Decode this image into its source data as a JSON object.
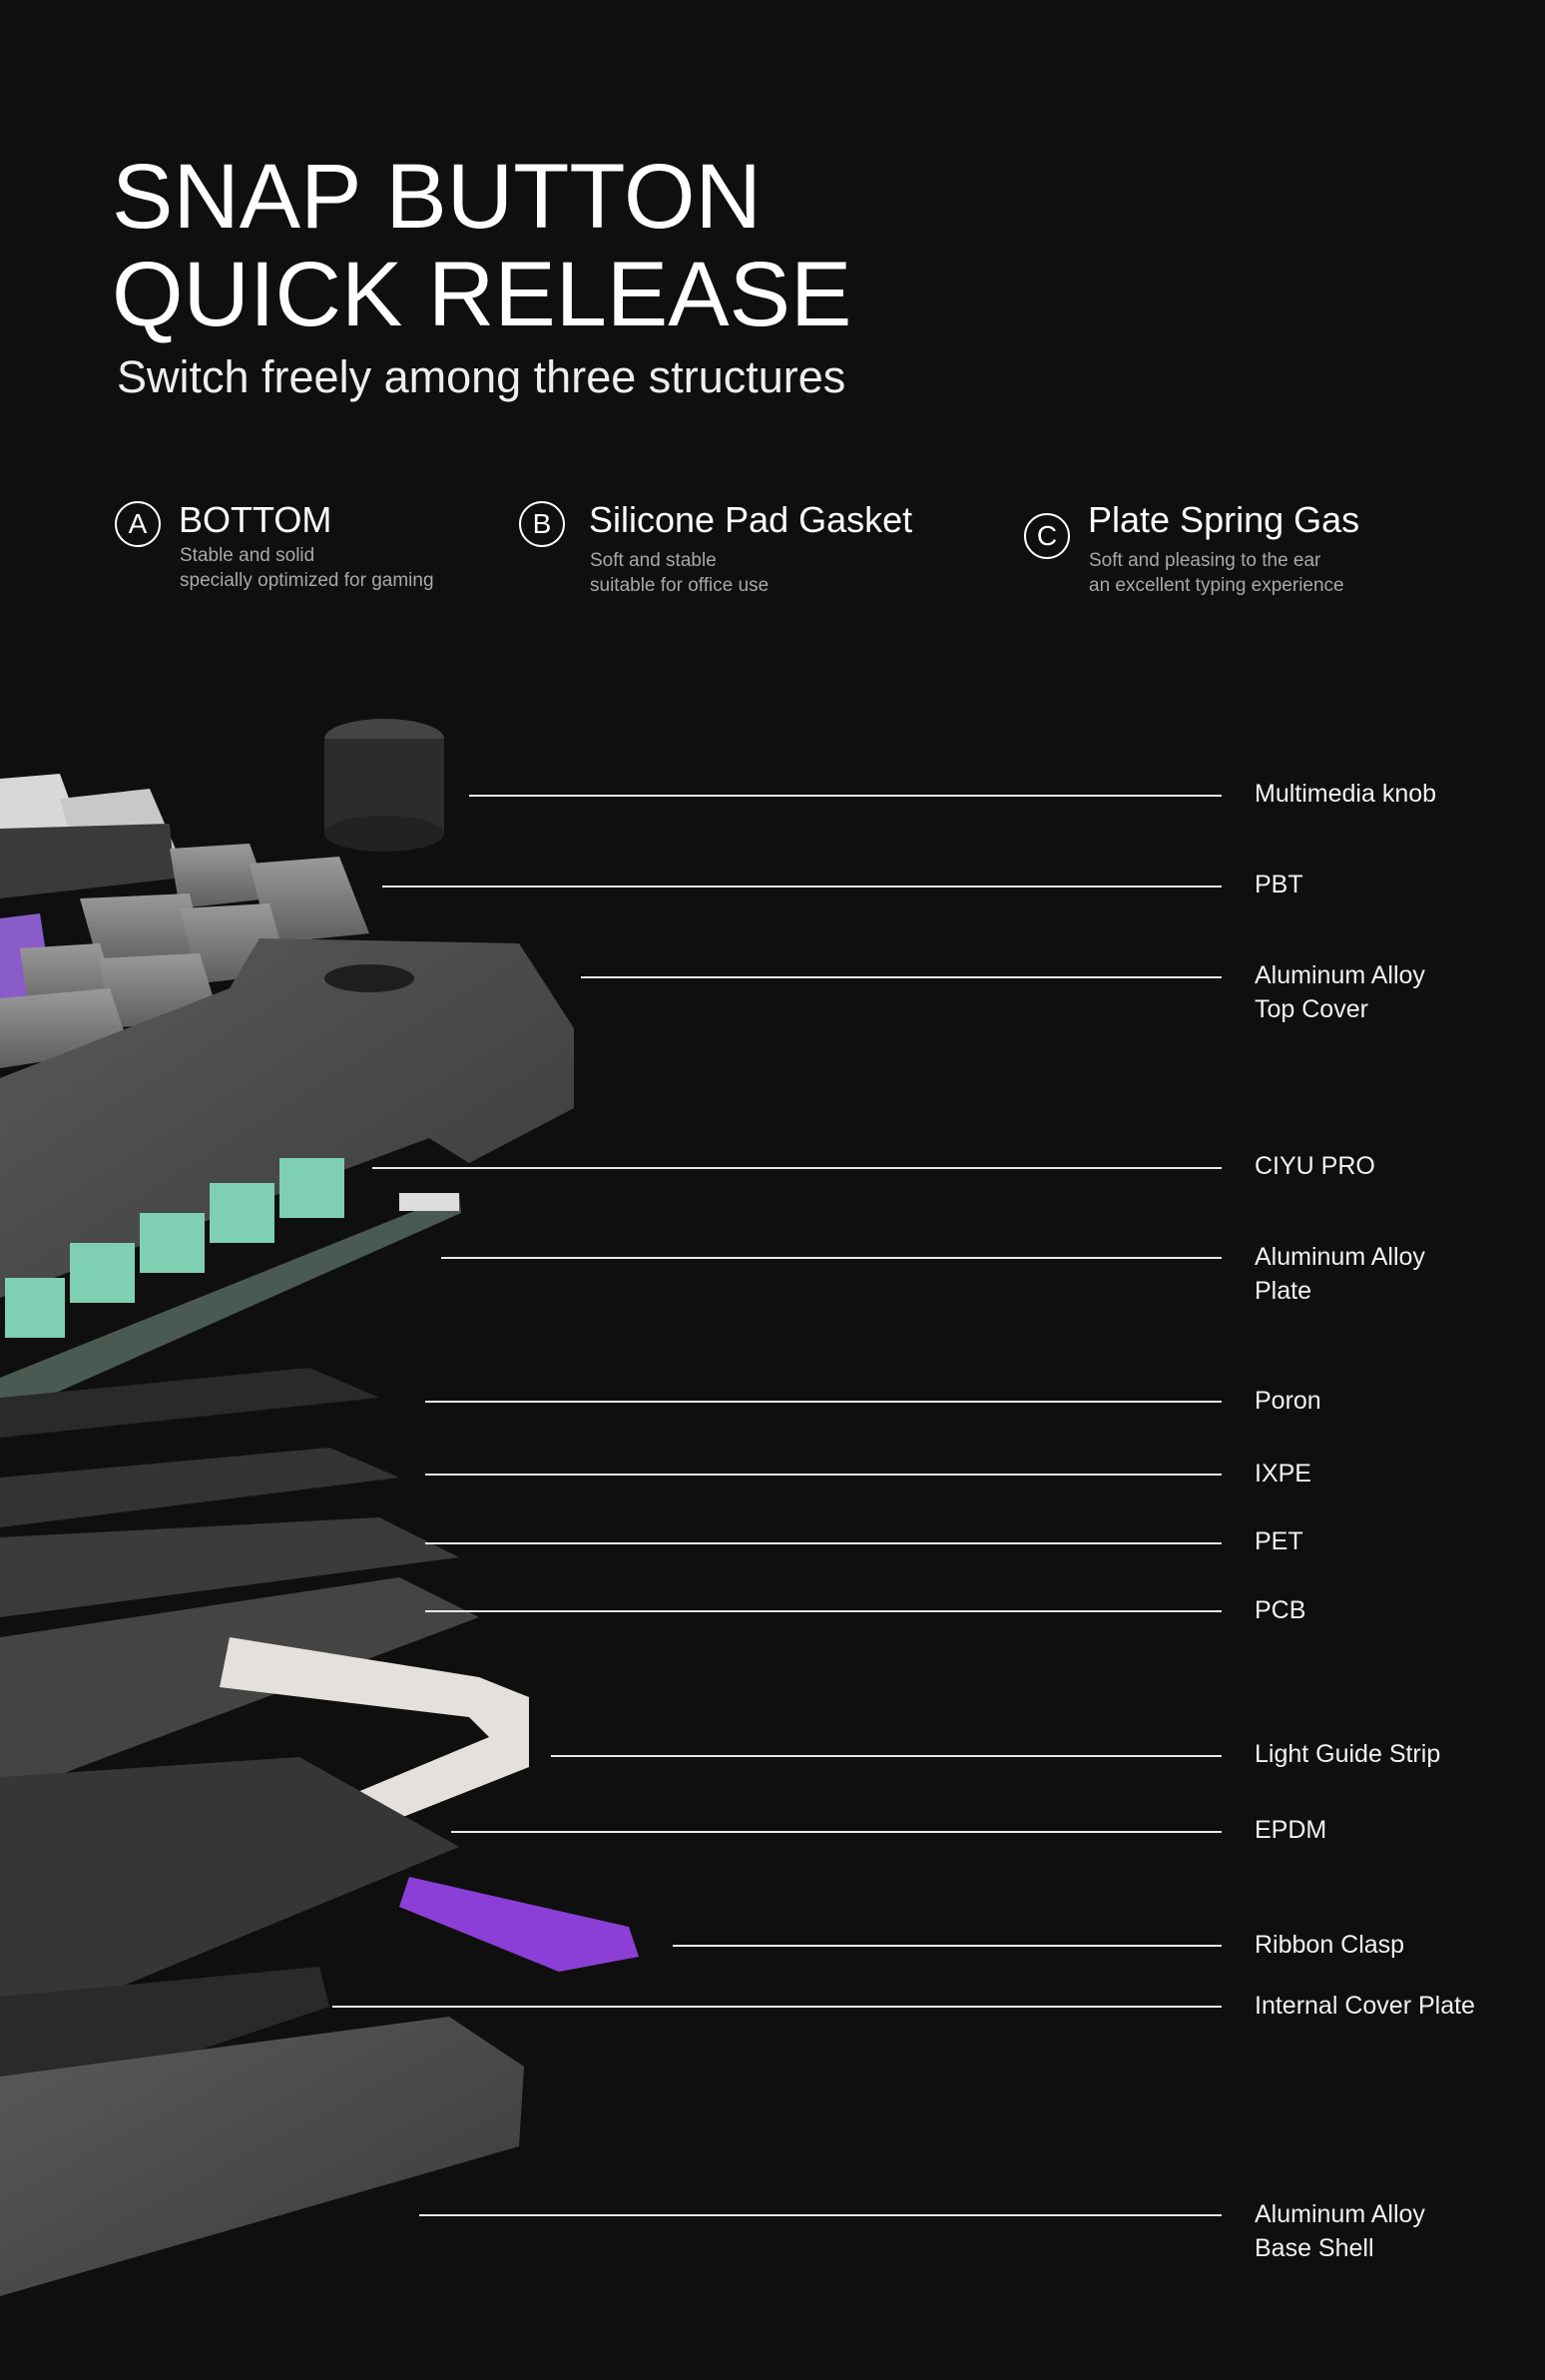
{
  "header": {
    "title_line1": "SNAP BUTTON",
    "title_line2": "QUICK RELEASE",
    "subtitle": "Switch freely among three structures"
  },
  "features": [
    {
      "badge": "A",
      "title": "BOTTOM",
      "desc1": "Stable and solid",
      "desc2": "specially optimized for gaming"
    },
    {
      "badge": "B",
      "title": "Silicone Pad Gasket",
      "desc1": "Soft and stable",
      "desc2": "suitable for office use"
    },
    {
      "badge": "C",
      "title": "Plate Spring Gas",
      "desc1": "Soft and pleasing to the ear",
      "desc2": "an excellent typing experience"
    }
  ],
  "layers": [
    {
      "line1": "Multimedia knob"
    },
    {
      "line1": "PBT"
    },
    {
      "line1": "Aluminum Alloy",
      "line2": "Top Cover"
    },
    {
      "line1": "CIYU PRO"
    },
    {
      "line1": "Aluminum Alloy",
      "line2": "Plate"
    },
    {
      "line1": "Poron"
    },
    {
      "line1": "IXPE"
    },
    {
      "line1": "PET"
    },
    {
      "line1": "PCB"
    },
    {
      "line1": "Light Guide Strip"
    },
    {
      "line1": "EPDM"
    },
    {
      "line1": "Ribbon Clasp"
    },
    {
      "line1": "Internal Cover Plate"
    },
    {
      "line1": "Aluminum Alloy",
      "line2": "Base Shell"
    }
  ],
  "colors": {
    "background": "#0f0f0f",
    "switch_green": "#7fcfb2",
    "keycap_purple": "#8a5cc9",
    "clasp_purple": "#8b3fd6"
  }
}
